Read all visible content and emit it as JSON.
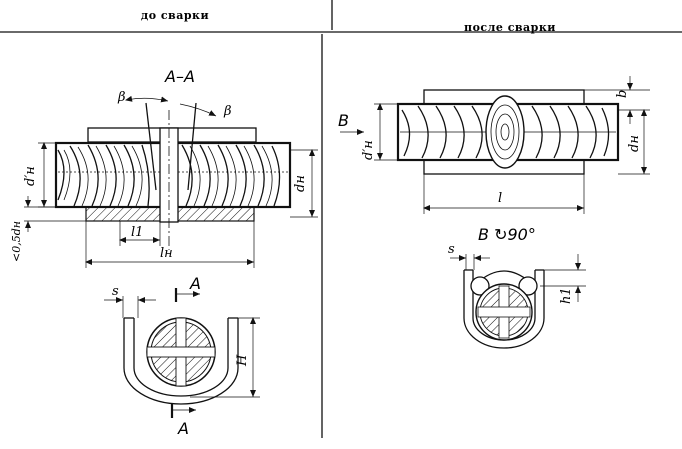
{
  "headers": {
    "before": "до сварки",
    "after": "после сварки"
  },
  "left": {
    "section_label": "A–A",
    "beta_left": "β",
    "beta_right": "β",
    "d_n_prime": "d′н",
    "d_n_side": "dн",
    "angle_label": "<0,5dн",
    "l1": "l1",
    "l_n": "lн",
    "s": "s",
    "H": "H",
    "cut_top": "A",
    "cut_bottom": "A"
  },
  "right": {
    "B_arrow": "B",
    "d_n_prime": "d′н",
    "d_n": "dн",
    "b": "b",
    "l": "l",
    "view_label": "B ↻90°",
    "s": "s",
    "h1": "h1"
  }
}
